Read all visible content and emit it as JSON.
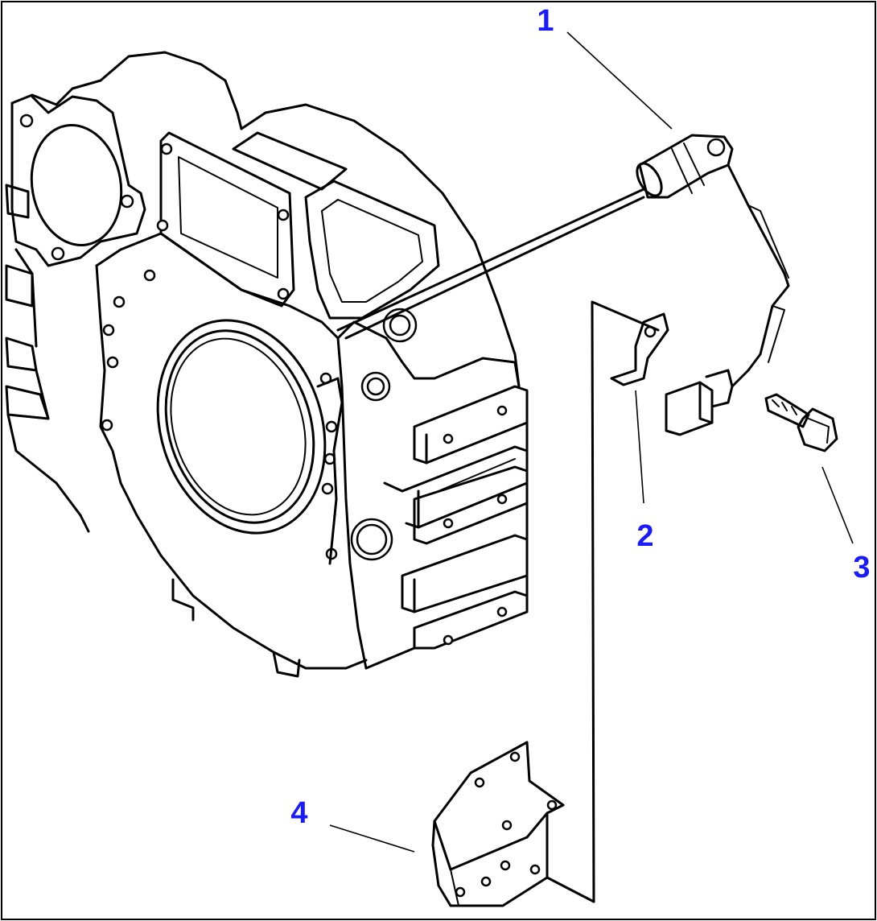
{
  "callouts": [
    {
      "id": "1",
      "label": "1",
      "part": "sensor"
    },
    {
      "id": "2",
      "label": "2",
      "part": "clip"
    },
    {
      "id": "3",
      "label": "3",
      "part": "bolt"
    },
    {
      "id": "4",
      "label": "4",
      "part": "bracket"
    }
  ],
  "colors": {
    "callout": "#1a1aff",
    "line": "#000000",
    "background": "#ffffff"
  }
}
